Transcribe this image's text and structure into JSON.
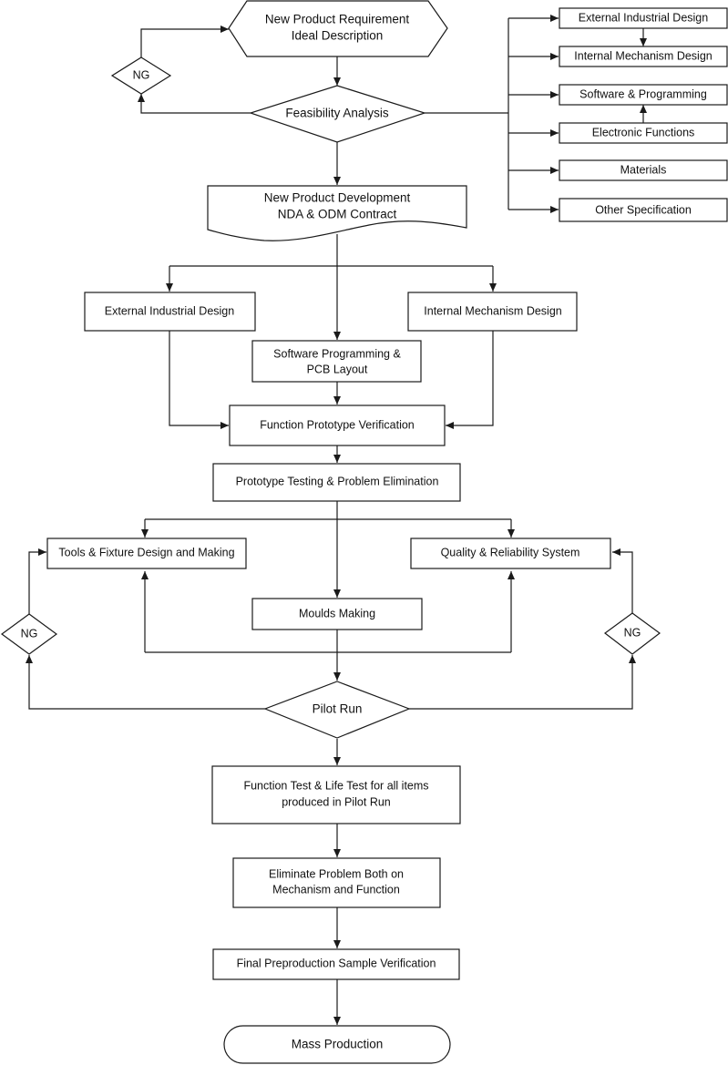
{
  "nodes": {
    "start": [
      "New Product Requirement",
      "Ideal Description"
    ],
    "feasibility": "Feasibility Analysis",
    "ng_top": "NG",
    "contract": [
      "New Product Development",
      "NDA & ODM Contract"
    ],
    "spec_external": "External Industrial Design",
    "spec_internal": "Internal Mechanism Design",
    "spec_software": "Software & Programming",
    "spec_electronic": "Electronic Functions",
    "spec_materials": "Materials",
    "spec_other": "Other Specification",
    "external_design": "External Industrial Design",
    "internal_design": "Internal Mechanism Design",
    "software_pcb": [
      "Software Programming &",
      "PCB Layout"
    ],
    "prototype_verification": "Function Prototype Verification",
    "prototype_testing": "Prototype Testing & Problem Elimination",
    "tools_fixture": "Tools & Fixture Design and Making",
    "quality_system": "Quality & Reliability System",
    "moulds": "Moulds Making",
    "ng_left": "NG",
    "ng_right": "NG",
    "pilot_run": "Pilot Run",
    "function_life_test": [
      "Function Test & Life Test for all items",
      "produced in Pilot Run"
    ],
    "eliminate_problem": [
      "Eliminate Problem Both on",
      "Mechanism and Function"
    ],
    "final_sample": "Final Preproduction Sample Verification",
    "mass_production": "Mass Production"
  }
}
